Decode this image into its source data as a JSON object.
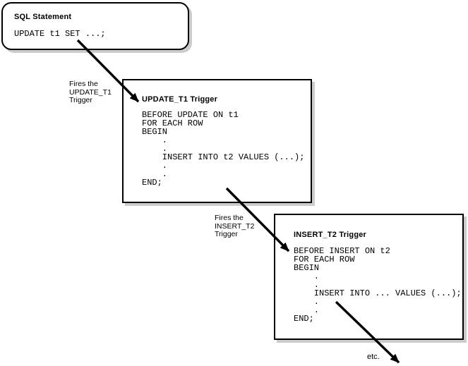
{
  "colors": {
    "background": "#ffffff",
    "box_fill": "#ffffff",
    "box_border": "#000000",
    "box_shadow": "#cccccc",
    "arrow": "#000000",
    "text": "#000000"
  },
  "sql_statement_box": {
    "title": "SQL Statement",
    "code": "UPDATE t1 SET ...;"
  },
  "update_t1_trigger_box": {
    "title": "UPDATE_T1 Trigger",
    "code": "BEFORE UPDATE ON t1\nFOR EACH ROW\nBEGIN\n    .\n    .\n    INSERT INTO t2 VALUES (...);\n    .\n    .\nEND;"
  },
  "insert_t2_trigger_box": {
    "title": "INSERT_T2 Trigger",
    "code": "BEFORE INSERT ON t2\nFOR EACH ROW\nBEGIN\n    .\n    .\n    INSERT INTO ... VALUES (...);\n    .\n    .\nEND;"
  },
  "arrow_labels": {
    "fires_update_t1": "Fires the\nUPDATE_T1\nTrigger",
    "fires_insert_t2": "Fires the\nINSERT_T2\nTrigger",
    "etc": "etc."
  }
}
